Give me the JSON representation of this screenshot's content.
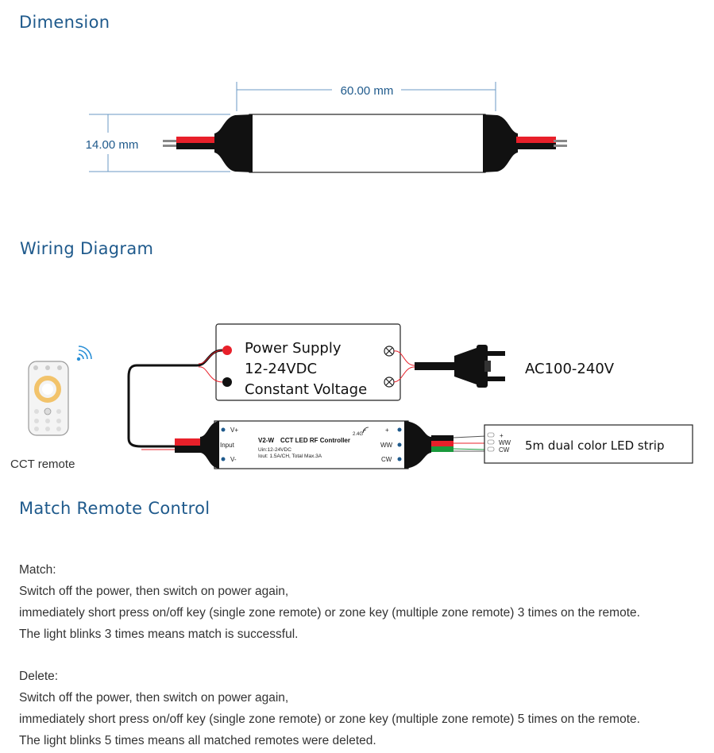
{
  "sections": {
    "dimension_title": "Dimension",
    "wiring_title": "Wiring Diagram",
    "match_title": "Match Remote Control"
  },
  "dimension": {
    "length_label": "60.00 mm",
    "height_label": "14.00 mm"
  },
  "wiring": {
    "remote_label": "CCT remote",
    "power_supply_lines": [
      "Power Supply",
      "12-24VDC",
      "Constant Voltage"
    ],
    "ac_label": "AC100-240V",
    "controller": {
      "model": "V2-W",
      "title": "CCT LED RF Controller",
      "freq": "2.4G",
      "uin": "Uin:12-24VDC",
      "iout": "Iout: 1.5A/CH, Total Max.3A",
      "v_plus": "V+",
      "input": "Input",
      "v_minus": "V-",
      "plus": "+",
      "ww": "WW",
      "cw": "CW"
    },
    "strip_terminals": {
      "plus": "+",
      "ww": "WW",
      "cw": "CW"
    },
    "strip_label": "5m dual color LED strip"
  },
  "match": {
    "heading": "Match:",
    "lines": [
      "Switch off the power, then switch on power again,",
      "immediately short press on/off key (single zone remote) or zone key (multiple zone remote) 3 times on the remote.",
      "The light blinks 3 times means match is successful."
    ]
  },
  "delete": {
    "heading": "Delete:",
    "lines": [
      "Switch off the power, then switch on power again,",
      "immediately short press on/off key (single zone remote) or zone key (multiple zone remote) 5 times on the remote.",
      "The light blinks 5 times means all matched remotes were deleted."
    ]
  },
  "colors": {
    "heading": "#1f5a8c",
    "wire_red": "#e8202a",
    "wire_green": "#1a9a3c",
    "body_black": "#111111"
  }
}
